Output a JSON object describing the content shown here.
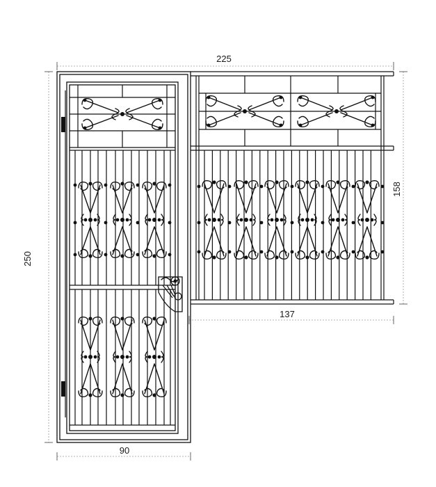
{
  "dimensions": {
    "total_width": "225",
    "total_height": "250",
    "window_height": "158",
    "window_width": "137",
    "door_width": "90"
  },
  "colors": {
    "ink": "#111111",
    "dimension_line": "#9a9a9a",
    "background": "#ffffff"
  },
  "parts": {
    "door": "hinged gate door with lock",
    "window": "fixed window grille"
  }
}
